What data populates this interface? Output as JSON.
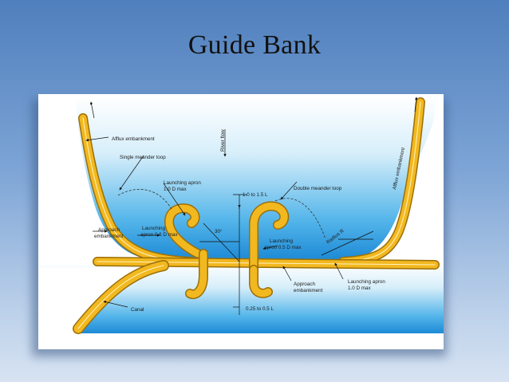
{
  "title": "Guide Bank",
  "labels": {
    "afflux_left": "Afflux embankment",
    "river_flow": "River flow",
    "afflux_right": "Afflux embankment",
    "single_meander": "Single meander loop",
    "launching_apron_top_1": "Launching apron",
    "launching_apron_top_2": "1.0 D max",
    "dim_top": "1.0 to 1.5 L",
    "double_meander": "Double meander loop",
    "approach_left_1": "Approach",
    "approach_left_2": "embankment",
    "launching_left_1": "Launching",
    "launching_left_2": "apron 0.6 D max",
    "angle": "30°",
    "launching_mid_1": "Launching",
    "launching_mid_2": "apron 0.5 D max",
    "radius": "Radius R",
    "approach_right_1": "Approach",
    "approach_right_2": "embankment",
    "launching_right_1": "Launching apron",
    "launching_right_2": "1.0 D max",
    "dim_bottom": "0.25 to 0.5 L",
    "canal": "Canal"
  },
  "colors": {
    "embankment": "#f2b81f",
    "embankment_edge": "#9c6f08",
    "water_top": "#dff1fb",
    "water_bottom": "#1f8fd8"
  }
}
